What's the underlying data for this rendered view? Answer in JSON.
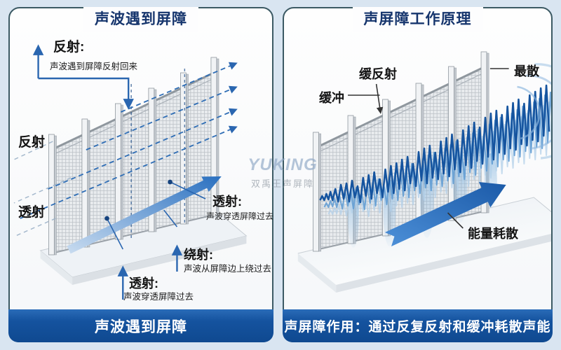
{
  "watermark": {
    "brand": "YUKING",
    "name": "双禹王声屏障"
  },
  "left_panel": {
    "title": "声波遇到屏障",
    "banner": "声波遇到屏障",
    "reflection": {
      "label": "反射:",
      "desc": "声波遇到屏障反射回来"
    },
    "reflection_side": "反射",
    "transmission_side": "透射",
    "transmission_right": {
      "label": "透射:",
      "desc": "声波穿透屏障过去"
    },
    "diffraction": {
      "label": "绕射:",
      "desc": "声波从屏障边上绕过去"
    },
    "transmission_bottom": {
      "label": "透射:",
      "desc": "声波穿透屏障过去"
    }
  },
  "right_panel": {
    "title": "声屏障工作原理",
    "banner": "声屏障作用：通过反复反射和缓冲耗散声能",
    "buffer_label": "缓冲",
    "slow_reflection_label": "缓反射",
    "dispersal_label": "最散",
    "energy_label": "能量耗散"
  },
  "colors": {
    "page_bg": "#d9e5f1",
    "panel_border": "#3c5a64",
    "title_navy": "#16356d",
    "banner_blue": "#14529e",
    "accent_blue": "#2a66b0",
    "wave_blue": "#15549f",
    "arrow_blue": "#2a70c0"
  }
}
